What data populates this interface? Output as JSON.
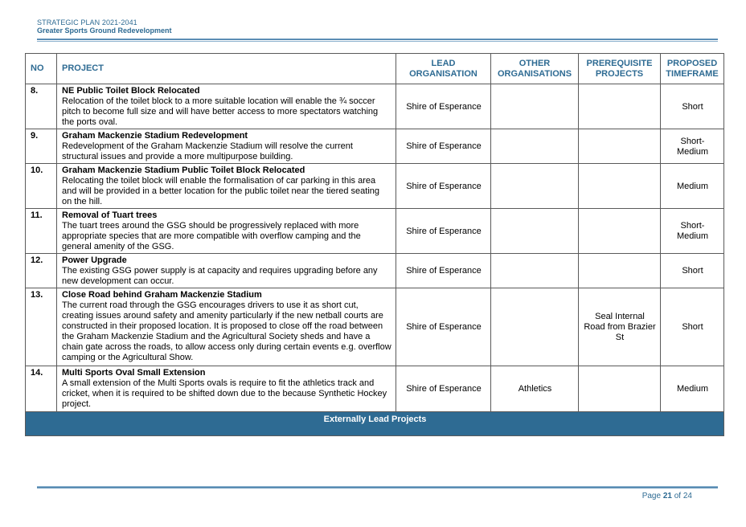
{
  "header": {
    "line1": "STRATEGIC PLAN 2021-2041",
    "line2": "Greater Sports Ground Redevelopment"
  },
  "table": {
    "columns": {
      "no": "NO",
      "project": "PROJECT",
      "lead": "LEAD ORGANISATION",
      "other": "OTHER ORGANISATIONS",
      "prereq": "PREREQUISITE PROJECTS",
      "timeframe": "PROPOSED TIMEFRAME"
    },
    "rows": [
      {
        "no": "8.",
        "title": "NE Public Toilet Block Relocated",
        "desc": "Relocation of the toilet block to a more suitable location will enable the ¾ soccer pitch to become full size and will have better access to more spectators watching the ports oval.",
        "lead": "Shire of Esperance",
        "other": "",
        "prereq": "",
        "timeframe": "Short"
      },
      {
        "no": "9.",
        "title": "Graham Mackenzie Stadium Redevelopment",
        "desc": "Redevelopment of the Graham Mackenzie Stadium will resolve the current structural issues and provide a more multipurpose building.",
        "lead": "Shire of Esperance",
        "other": "",
        "prereq": "",
        "timeframe": "Short-Medium"
      },
      {
        "no": "10.",
        "title": "Graham Mackenzie Stadium Public Toilet Block Relocated",
        "desc": "Relocating the toilet block will enable the formalisation of car parking in this area and will be provided in a better location for the public toilet near the tiered seating on the hill.",
        "lead": "Shire of Esperance",
        "other": "",
        "prereq": "",
        "timeframe": "Medium"
      },
      {
        "no": "11.",
        "title": "Removal of Tuart trees",
        "desc": "The tuart trees around the GSG should be progressively replaced with more appropriate species that are more compatible with overflow camping and the general amenity of the GSG.",
        "lead": "Shire of Esperance",
        "other": "",
        "prereq": "",
        "timeframe": "Short-Medium"
      },
      {
        "no": "12.",
        "title": "Power Upgrade",
        "desc": "The existing GSG power supply is at capacity and requires upgrading before any new development can occur.",
        "lead": "Shire of Esperance",
        "other": "",
        "prereq": "",
        "timeframe": "Short"
      },
      {
        "no": "13.",
        "title": "Close Road behind Graham Mackenzie Stadium",
        "desc": "The current road through the GSG encourages drivers to use it as short cut, creating issues around safety and amenity particularly if the new netball courts are constructed in their proposed location. It is proposed to close off the road between the Graham Mackenzie Stadium and the Agricultural Society sheds and have a chain gate across the roads, to allow access only during certain events e.g. overflow camping or the Agricultural Show.",
        "lead": "Shire of Esperance",
        "other": "",
        "prereq": "Seal Internal Road from Brazier St",
        "timeframe": "Short"
      },
      {
        "no": "14.",
        "title": "Multi Sports Oval Small Extension",
        "desc": "A small extension of the Multi Sports ovals is require to fit the athletics track and cricket, when it is required to be shifted down due to the because Synthetic Hockey project.",
        "lead": "Shire of Esperance",
        "other": "Athletics",
        "prereq": "",
        "timeframe": "Medium"
      }
    ],
    "section_label": "Externally Lead Projects"
  },
  "footer": {
    "page_word": "Page",
    "page_num": "21",
    "of_word": "of",
    "total": "24"
  },
  "colors": {
    "accent": "#2e6b93",
    "rule": "#5b8db4"
  }
}
